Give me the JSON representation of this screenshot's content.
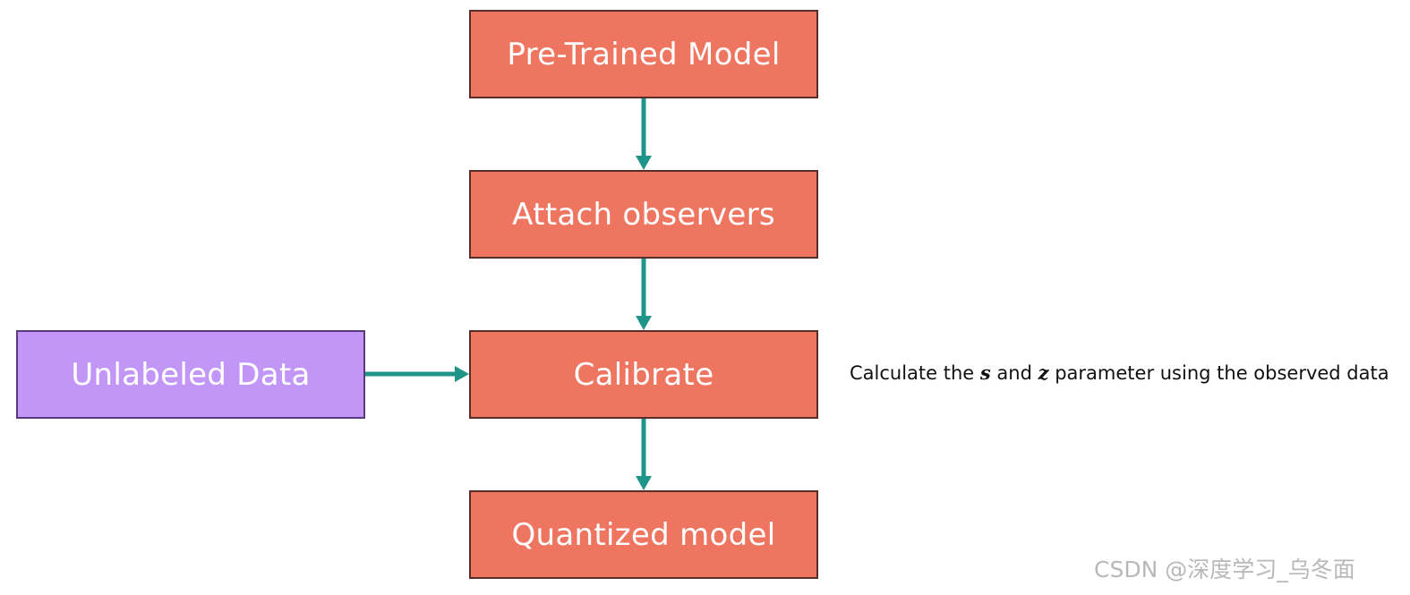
{
  "diagram": {
    "nodes": {
      "pretrained": "Pre-Trained Model",
      "attach": "Attach observers",
      "calibrate": "Calibrate",
      "quantized": "Quantized model",
      "unlabeled": "Unlabeled Data"
    },
    "note": {
      "part1": "Calculate the ",
      "var_s": "s",
      "part2": " and ",
      "var_z": "z",
      "part3": " parameter using the observed data"
    },
    "colors": {
      "process_box": "#ee7661",
      "data_box": "#c196f6",
      "arrow": "#1f9488"
    }
  },
  "watermark": "CSDN @深度学习_乌冬面"
}
